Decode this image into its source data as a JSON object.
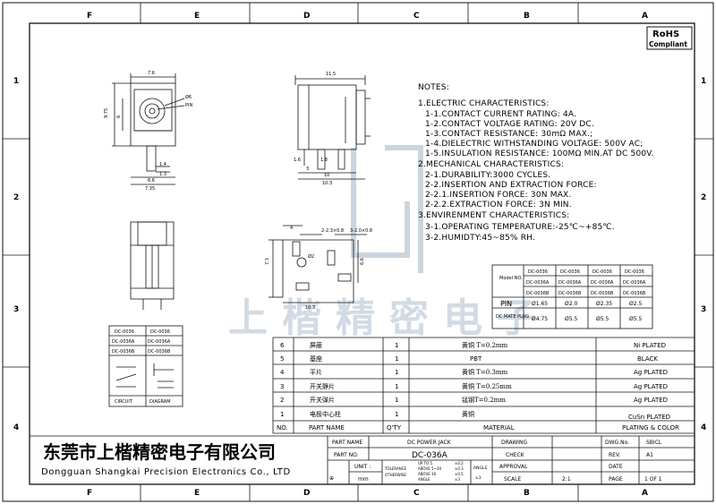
{
  "border": {
    "columns": [
      "F",
      "E",
      "D",
      "C",
      "B",
      "A"
    ],
    "rows": [
      "1",
      "2",
      "3",
      "4"
    ]
  },
  "rohs": {
    "line1": "RoHS",
    "line2": "Compliant"
  },
  "dims": {
    "front_width": "7.6",
    "front_height": "9.75",
    "front_mid": "6",
    "hole": "Ø6",
    "pin": "PIN",
    "bottom_a": "1.4",
    "bottom_b": "1.3",
    "bottom_c": "6.6",
    "bottom_d": "7.35",
    "side_top": "11.5",
    "side_a": "1.6",
    "side_b": "1.8",
    "side_c": "3",
    "side_d": "10",
    "side_e": "10.3",
    "pcb_slot1": "2-2.3×0.8",
    "pcb_slot2": "3-2.0×0.8",
    "pcb_4": "4",
    "pcb_right": "6.6",
    "pcb_left": "7.3",
    "pcb_bottom": "10.3",
    "pcb_hole": "Ø2"
  },
  "notes": {
    "title": "NOTES:",
    "lines": [
      "1.ELECTRIC CHARACTERISTICS:",
      "1-1.CONTACT CURRENT RATING: 4A.",
      "1-2.CONTACT VOLTAGE RATING: 20V DC.",
      "1-3.CONTACT RESISTANCE: 30mΩ MAX.;",
      "1-4.DIELECTRIC WITHSTANDING VOLTAGE: 500V AC;",
      "1-5.INSULATION RESISTANCE: 100MΩ MIN.AT DC 500V.",
      "2.MECHANICAL CHARACTERISTICS:",
      "2-1.DURABILITY:3000 CYCLES.",
      "2-2.INSERTION AND EXTRACTION FORCE:",
      "2-2.1.INSERTION FORCE: 30N MAX.",
      "2-2.2.EXTRACTION FORCE: 3N MIN.",
      "3.ENVIRENMENT CHARACTERISTICS:",
      "3-1.OPERATING TEMPERATURE:-25℃~+85℃.",
      "3-2.HUMIDTY:45~85% RH."
    ]
  },
  "model_table": {
    "label": "Model NO.",
    "rows": [
      [
        "DC-0036",
        "DC-0036",
        "DC-0036",
        "DC-0036"
      ],
      [
        "DC-0036A",
        "DC-0036A",
        "DC-0036A",
        "DC-0036A"
      ],
      [
        "DC-0036B",
        "DC-0036B",
        "DC-0036B",
        "DC-0036B"
      ]
    ],
    "pin_label": "PIN",
    "pin_values": [
      "Ø1.65",
      "Ø2.0",
      "Ø2.35",
      "Ø2.5"
    ],
    "plug_label": "DC MATE PLUG",
    "plug_values": [
      "Ø4.75",
      "Ø5.5",
      "Ø5.5",
      "Ø5.5"
    ]
  },
  "circuit_table": {
    "cells": [
      [
        "DC-0036",
        "DC-0036"
      ],
      [
        "DC-0036A",
        "DC-0036A"
      ],
      [
        "DC-0036B",
        "DC-0036B"
      ]
    ],
    "circuit": "CIRCUIT",
    "diagram": "DIAGRAM"
  },
  "watermark": "上楷精密电子",
  "bom": {
    "header": {
      "no": "NO.",
      "part_name": "PART NAME",
      "qty": "Q'TY",
      "material": "MATERIAL",
      "plating": "PLATING & COLOR"
    },
    "rows": [
      {
        "no": "6",
        "name": "屏蔽",
        "qty": "1",
        "material": "黄铜 T=0.2mm",
        "plating": "Ni PLATED"
      },
      {
        "no": "5",
        "name": "基座",
        "qty": "1",
        "material": "PBT",
        "plating": "BLACK"
      },
      {
        "no": "4",
        "name": "平片",
        "qty": "1",
        "material": "黄铜 T=0.3mm",
        "plating": "Ag PLATED"
      },
      {
        "no": "3",
        "name": "开关静片",
        "qty": "1",
        "material": "黄铜 T=0.25mm",
        "plating": "Ag PLATED"
      },
      {
        "no": "2",
        "name": "开关弹片",
        "qty": "1",
        "material": "锰钢T=0.2mm",
        "plating": "Ag PLATED"
      },
      {
        "no": "1",
        "name": "电极中心柱",
        "qty": "1",
        "material": "黄铜",
        "plating": "CuSn PLATED"
      }
    ]
  },
  "company": {
    "cn": "东莞市上楷精密电子有限公司",
    "en": "Dongguan Shangkai Precision Electronics Co., LTD"
  },
  "title_block": {
    "part_name_label": "PART NAME",
    "part_name": "DC POWER JACK",
    "part_no_label": "PART NO.",
    "part_no": "DC-036A",
    "unit_label": "UNIT :",
    "unit": "mm",
    "tolerance": "TOLERANCE",
    "otherwise": "OTHERWISE",
    "tol_rows": [
      "UP TO 5",
      "ABOVE 5~30",
      "ABOVE 30",
      "ANGLE"
    ],
    "tol_vals": [
      "±0.2",
      "±0.3",
      "±0.5",
      "±3"
    ],
    "angle": "ANGLE",
    "angle_val": "±3",
    "drawing": "DRAWING",
    "check": "CHECK",
    "approval": "APPROVAL",
    "scale": "SCALE",
    "scale_val": "2:1",
    "dwg_no_label": "DWG.No.",
    "dwg_no": "SBICL",
    "rev_label": "REV.",
    "rev": "A1",
    "date_label": "DATE",
    "page_label": "PAGE",
    "page": "1 OF 1"
  }
}
